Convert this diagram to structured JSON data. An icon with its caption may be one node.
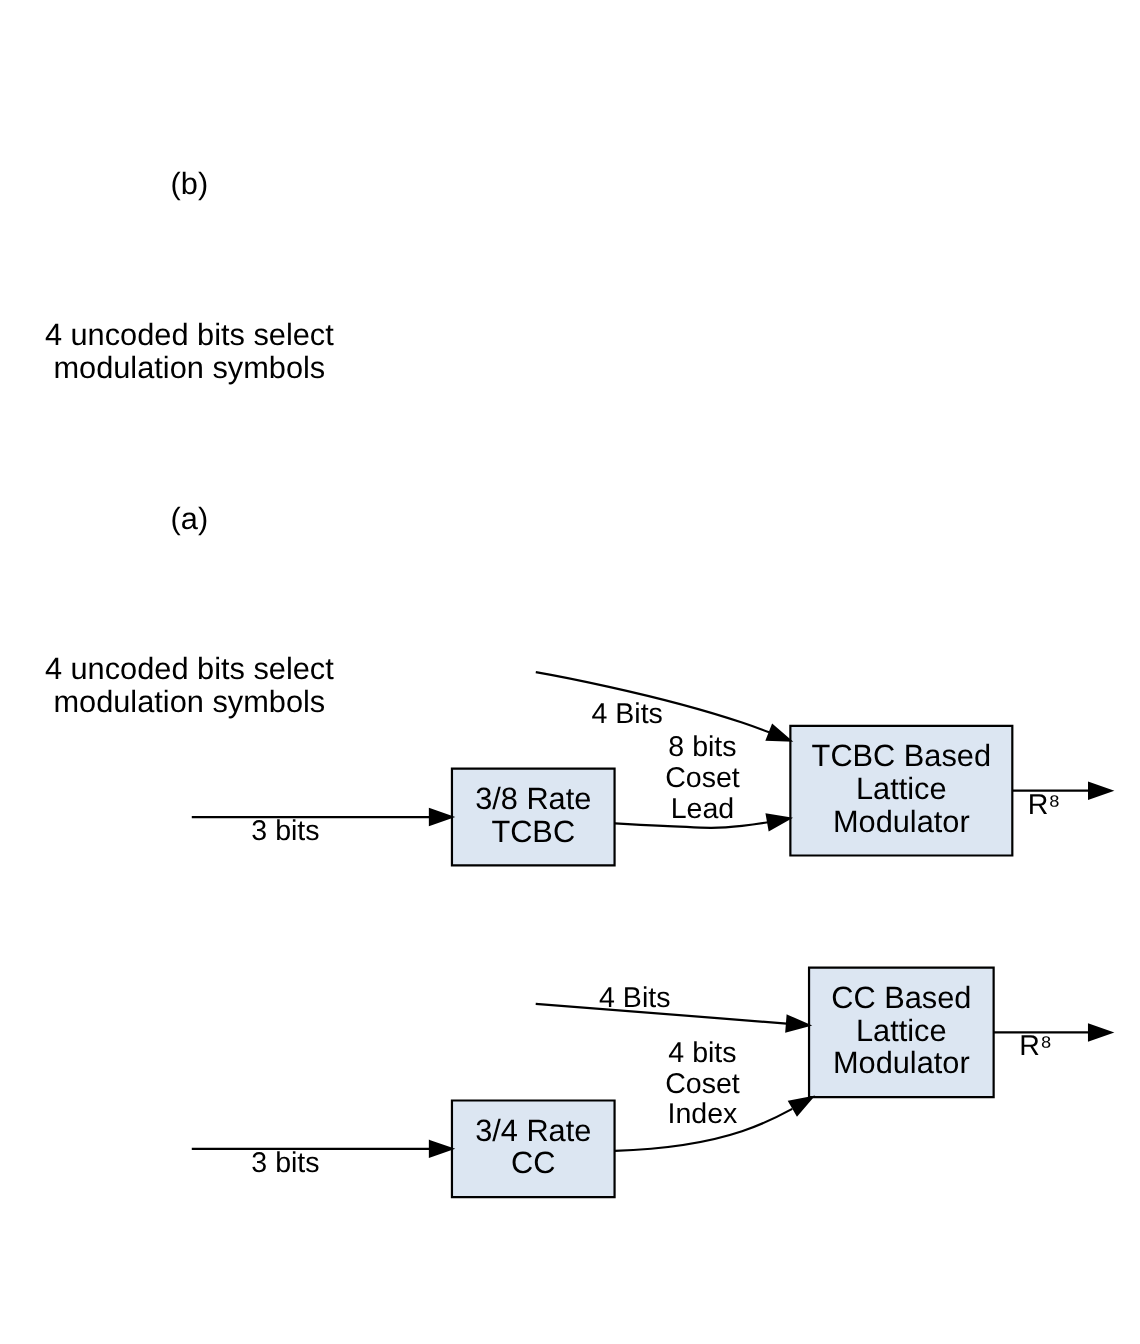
{
  "diagram": {
    "nodes": [
      {
        "text": [
          "3/4 Rate CC"
        ]
      },
      {
        "text": [
          "CC Based Lattice Modulator"
        ]
      },
      {
        "text": [
          "3/8 Rate TCBC"
        ]
      },
      {
        "text": [
          "TCBC Based Lattice Modulator"
        ]
      }
    ],
    "edges": [
      {
        "from": null,
        "to": 0,
        "arrow": "to",
        "label": "3 bits"
      },
      {
        "from": 0,
        "to": 1,
        "arrow": "to",
        "label": "4 bits Coset Index"
      },
      {
        "from": null,
        "to": 1,
        "arrow": "to",
        "label": "4 Bits"
      },
      {
        "from": 1,
        "to": null,
        "arrow": "to",
        "label": "R⁸"
      },
      {
        "from": null,
        "to": 2,
        "arrow": "to",
        "label": "3 bits"
      },
      {
        "from": 2,
        "to": 3,
        "arrow": "to",
        "label": "8 bits Coset Lead"
      },
      {
        "from": null,
        "to": 3,
        "arrow": "to",
        "label": "4 Bits"
      },
      {
        "from": 3,
        "to": null,
        "arrow": "to",
        "label": "R⁸"
      }
    ],
    "labels": [
      "4 uncoded bits select modulation symbols",
      "(a)",
      "4 uncoded bits select modulation symbols",
      "(b)"
    ]
  }
}
